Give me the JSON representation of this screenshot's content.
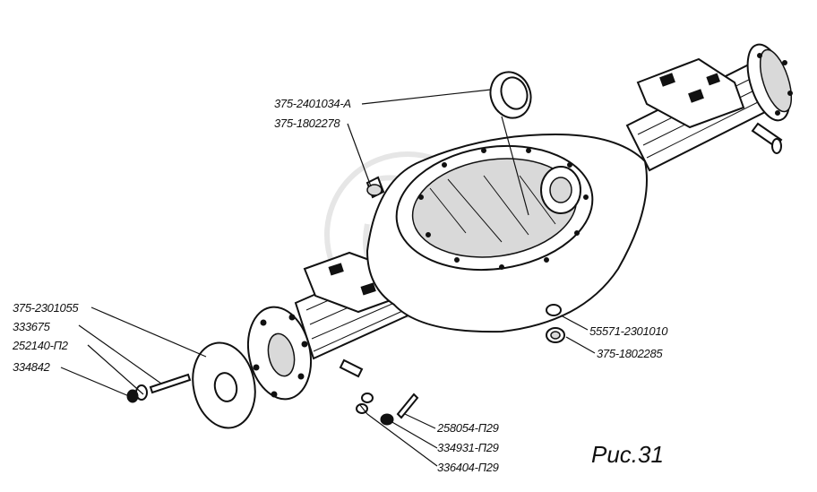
{
  "figure_caption": "Рис.31",
  "part_labels": {
    "p1": "375-2401034-А",
    "p2": "375-1802278",
    "p3": "375-2301055",
    "p4": "333675",
    "p5": "252140-П2",
    "p6": "334842",
    "p7": "55571-2301010",
    "p8": "375-1802285",
    "p9": "258054-П29",
    "p10": "334931-П29",
    "p11": "336404-П29"
  }
}
